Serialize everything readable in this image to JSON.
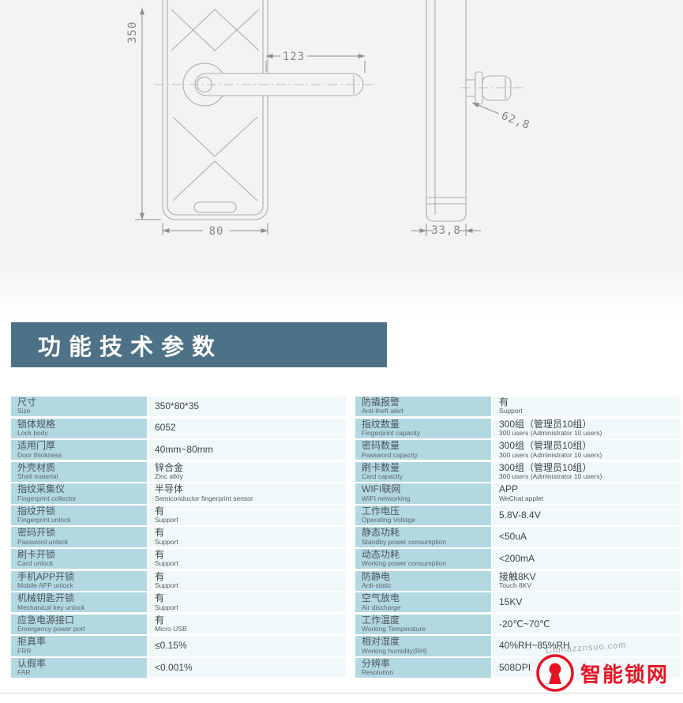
{
  "colors": {
    "header_bg": "#4d7186",
    "label_cell_bg": "#b2d8e2",
    "value_cell_bg": "#f1f8fa",
    "watermark_red": "#e60012"
  },
  "diagram": {
    "dims": {
      "height": "350",
      "handle_length": "123",
      "front_width": "80",
      "side_protrusion": "62,8",
      "side_width": "33,8"
    }
  },
  "section": {
    "title": "功能技术参数"
  },
  "specs": {
    "left": [
      {
        "zh": "尺寸",
        "en": "Size",
        "value_zh": "350*80*35",
        "value_en": ""
      },
      {
        "zh": "锁体规格",
        "en": "Lock body",
        "value_zh": "6052",
        "value_en": ""
      },
      {
        "zh": "适用门厚",
        "en": "Door thickness",
        "value_zh": "40mm~80mm",
        "value_en": ""
      },
      {
        "zh": "外壳材质",
        "en": "Shell material",
        "value_zh": "锌合金",
        "value_en": "Zinc alloy"
      },
      {
        "zh": "指纹采集仪",
        "en": "Fingerprint collector",
        "value_zh": "半导体",
        "value_en": "Semiconductor fingerprint sensor"
      },
      {
        "zh": "指纹开锁",
        "en": "Fingerprint unlock",
        "value_zh": "有",
        "value_en": "Support"
      },
      {
        "zh": "密码开锁",
        "en": "Password unlock",
        "value_zh": "有",
        "value_en": "Support"
      },
      {
        "zh": "刷卡开锁",
        "en": "Card unlock",
        "value_zh": "有",
        "value_en": "Support"
      },
      {
        "zh": "手机APP开锁",
        "en": "Mobile APP unlock",
        "value_zh": "有",
        "value_en": "Support"
      },
      {
        "zh": "机械钥匙开锁",
        "en": "Mechanical key unlock",
        "value_zh": "有",
        "value_en": "Support"
      },
      {
        "zh": "应急电源接口",
        "en": "Emergency  power port",
        "value_zh": "有",
        "value_en": "Micro USB"
      },
      {
        "zh": "拒真率",
        "en": "FRR",
        "value_zh": "≤0.15%",
        "value_en": ""
      },
      {
        "zh": "认假率",
        "en": "FAR",
        "value_zh": "<0.001%",
        "value_en": ""
      }
    ],
    "right": [
      {
        "zh": "防撬报警",
        "en": "Anti-theft alert",
        "value_zh": "有",
        "value_en": "Support"
      },
      {
        "zh": "指纹数量",
        "en": "Fingerprint capacity",
        "value_zh": "300组（管理员10组）",
        "value_en": "300 users (Administrator 10 users)"
      },
      {
        "zh": "密码数量",
        "en": "Password capacity",
        "value_zh": "300组（管理员10组）",
        "value_en": "300 users (Administrator 10 users)"
      },
      {
        "zh": "刷卡数量",
        "en": "Card capacity",
        "value_zh": "300组（管理员10组）",
        "value_en": "300 users (Administrator 10 users)"
      },
      {
        "zh": "WIFI联网",
        "en": "WIFI networking",
        "value_zh": "APP",
        "value_en": "WeChat applet"
      },
      {
        "zh": "工作电压",
        "en": "Operating Voltage",
        "value_zh": "5.8V-8.4V",
        "value_en": ""
      },
      {
        "zh": "静态功耗",
        "en": "Standby power consumption",
        "value_zh": "<50uA",
        "value_en": ""
      },
      {
        "zh": "动态功耗",
        "en": "Working power consumption",
        "value_zh": "<200mA",
        "value_en": ""
      },
      {
        "zh": "防静电",
        "en": "Anti-static",
        "value_zh": "接触8KV",
        "value_en": "Touch 8KV"
      },
      {
        "zh": "空气放电",
        "en": "Air discharge",
        "value_zh": "15KV",
        "value_en": ""
      },
      {
        "zh": "工作温度",
        "en": "Working Temperature",
        "value_zh": "-20℃~70℃",
        "value_en": ""
      },
      {
        "zh": "相对湿度",
        "en": "Working humidity(RH)",
        "value_zh": "40%RH~85%RH",
        "value_en": ""
      },
      {
        "zh": "分辨率",
        "en": "Resolution",
        "value_zh": "508DPI",
        "value_en": ""
      }
    ]
  },
  "watermark": {
    "site": "Chinazznsuo.com",
    "name": "智能锁网"
  }
}
